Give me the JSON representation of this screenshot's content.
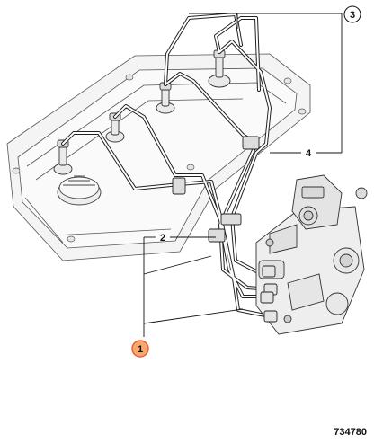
{
  "callouts": [
    {
      "label": "1",
      "selected": true
    },
    {
      "label": "2",
      "selected": false
    },
    {
      "label": "3",
      "selected": false
    },
    {
      "label": "4",
      "selected": false
    }
  ],
  "figure_id": "734780",
  "colors": {
    "line": "#222222",
    "engine_fill": "#f2f2f2",
    "callout_selected_fill": "#f7a86a",
    "callout_selected_stroke": "#e8603a",
    "callout_fill": "#ffffff"
  }
}
